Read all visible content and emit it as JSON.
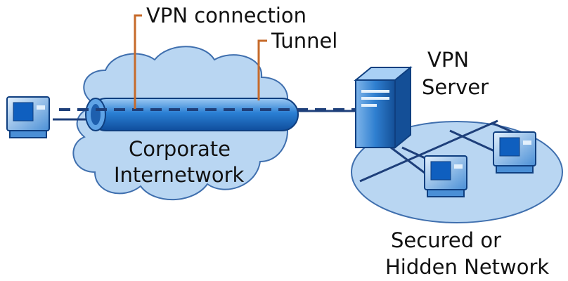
{
  "labels": {
    "vpn_connection": "VPN connection",
    "tunnel": "Tunnel",
    "vpn_server_line1": "VPN",
    "vpn_server_line2": "Server",
    "corporate_line1": "Corporate",
    "corporate_line2": "Internetwork",
    "secured_line1": "Secured or",
    "secured_line2": "Hidden Network"
  },
  "colors": {
    "cloud_fill": "#b9d6f2",
    "cloud_stroke": "#3f6fae",
    "tunnel_fill": "#2a7fd4",
    "tunnel_highlight": "#9cc9f3",
    "tunnel_dark": "#0f4d9c",
    "callout": "#c66a2a",
    "link_line": "#1e3f7a",
    "ellipse_fill": "#b9d6f2",
    "computer_body": "#4a8fd6",
    "computer_screen": "#0f5fbf",
    "server_body": "#2f7fd0"
  },
  "icons": {
    "client": "computer-icon",
    "server": "server-icon"
  }
}
